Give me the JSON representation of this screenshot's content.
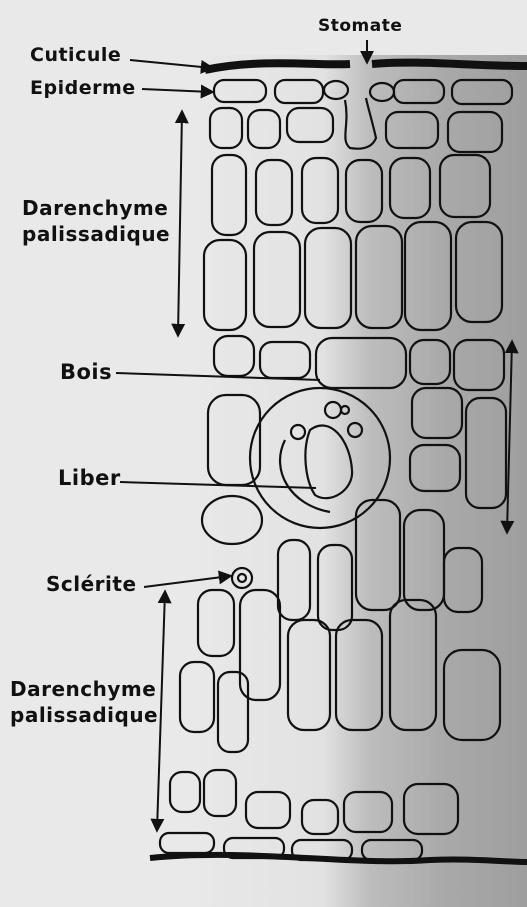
{
  "labels": {
    "stomate": "Stomate",
    "cuticule": "Cuticule",
    "epiderme": "Epiderme",
    "parenchyme_top_line1": "Darenchyme",
    "parenchyme_top_line2": "palissadique",
    "bois": "Bois",
    "liber": "Liber",
    "sclerite": "Sclérite",
    "parenchyme_bottom_line1": "Darenchyme",
    "parenchyme_bottom_line2": "palissadique"
  }
}
